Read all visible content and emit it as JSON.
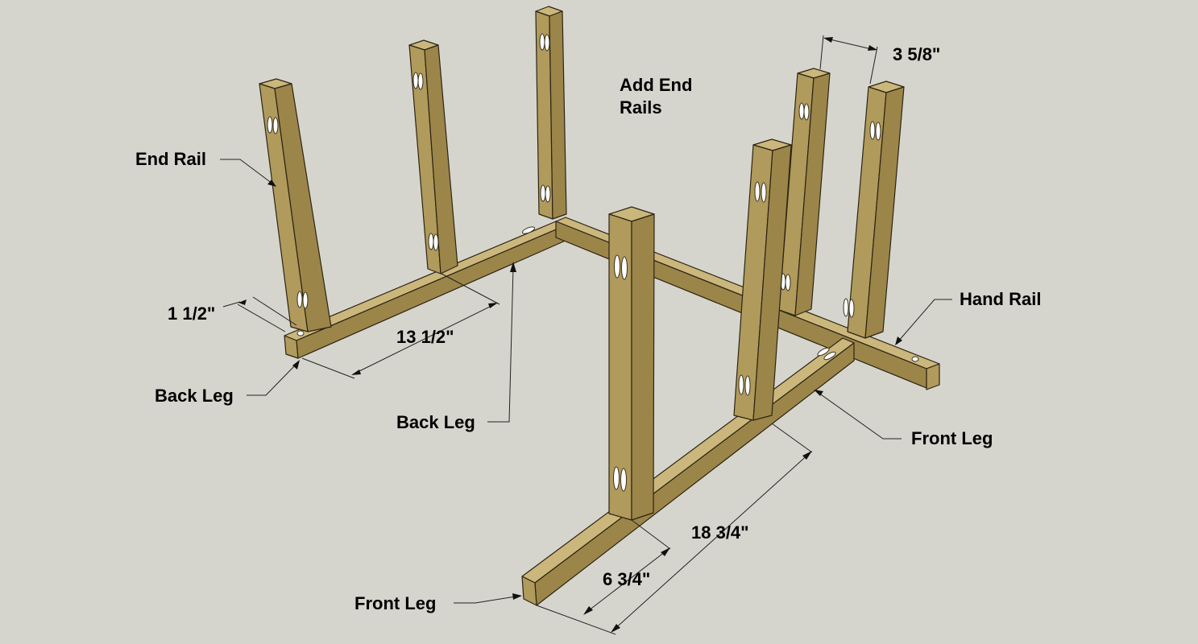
{
  "title": "Add End Rails",
  "labels": {
    "end_rail": "End Rail",
    "hand_rail": "Hand Rail",
    "back_leg_left": "Back Leg",
    "back_leg_center": "Back Leg",
    "front_leg_right": "Front Leg",
    "front_leg_bottom": "Front Leg"
  },
  "dimensions": {
    "rail_spacing": "3 5/8\"",
    "stock_width": "1 1/2\"",
    "back_leg_span": "13 1/2\"",
    "front_leg_span": "18 3/4\"",
    "front_leg_offset": "6 3/4\""
  },
  "colors": {
    "background": "#d6d5cd",
    "wood_front": "#b09a5c",
    "wood_side": "#9c8549",
    "wood_top": "#cbb77c"
  }
}
